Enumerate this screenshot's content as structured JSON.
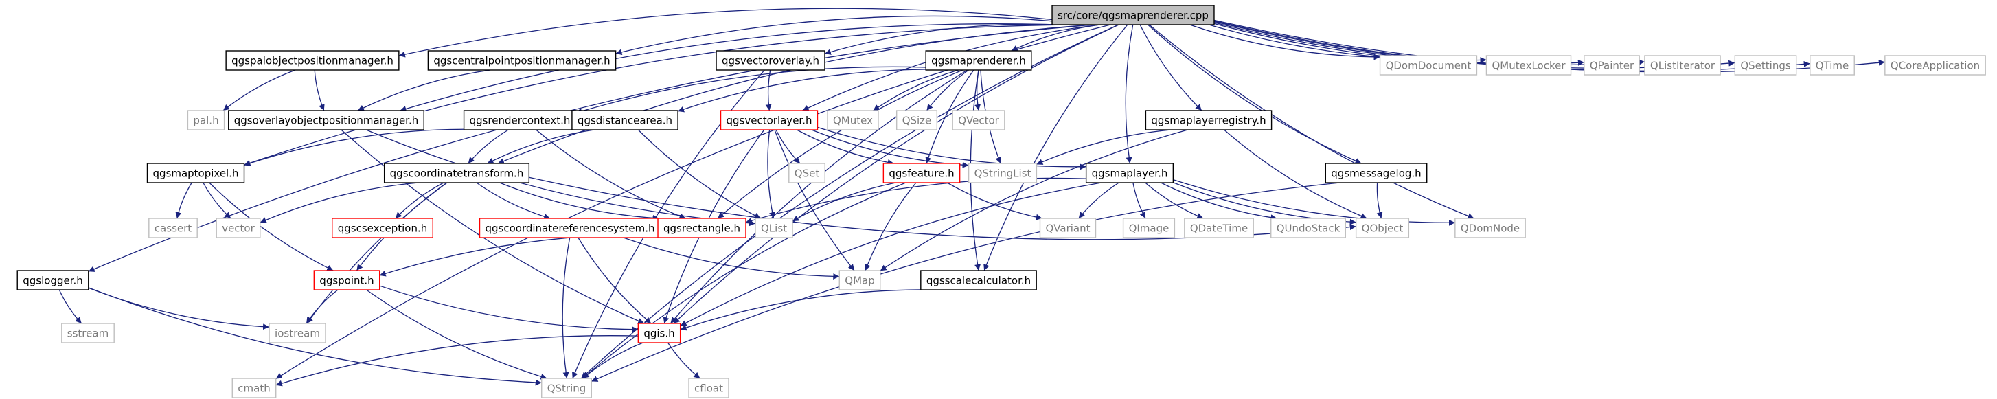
{
  "graph": {
    "colors": {
      "edge": "#1a237e",
      "doc": "#000000",
      "warn": "#ff0000",
      "ext": "#bfbfbf",
      "ext_text": "#7a7a7a",
      "root_fill": "#bfbfbf"
    },
    "nodes": [
      {
        "id": "root",
        "label": "src/core/qgsmaprenderer.cpp",
        "kind": "root"
      },
      {
        "id": "palobj",
        "label": "qgspalobjectpositionmanager.h",
        "kind": "doc"
      },
      {
        "id": "centralpt",
        "label": "qgscentralpointpositionmanager.h",
        "kind": "doc"
      },
      {
        "id": "vecoverlay",
        "label": "qgsvectoroverlay.h",
        "kind": "doc"
      },
      {
        "id": "maprenderer",
        "label": "qgsmaprenderer.h",
        "kind": "doc"
      },
      {
        "id": "pal",
        "label": "pal.h",
        "kind": "ext"
      },
      {
        "id": "overlayobj",
        "label": "qgsoverlayobjectpositionmanager.h",
        "kind": "doc"
      },
      {
        "id": "rendercontext",
        "label": "qgsrendercontext.h",
        "kind": "doc"
      },
      {
        "id": "distancearea",
        "label": "qgsdistancearea.h",
        "kind": "doc"
      },
      {
        "id": "vectorlayer",
        "label": "qgsvectorlayer.h",
        "kind": "warn"
      },
      {
        "id": "qmutex",
        "label": "QMutex",
        "kind": "ext"
      },
      {
        "id": "qsize",
        "label": "QSize",
        "kind": "ext"
      },
      {
        "id": "qvector",
        "label": "QVector",
        "kind": "ext"
      },
      {
        "id": "maplayerreg",
        "label": "qgsmaplayerregistry.h",
        "kind": "doc"
      },
      {
        "id": "qdomdocument",
        "label": "QDomDocument",
        "kind": "ext"
      },
      {
        "id": "qmutexlocker",
        "label": "QMutexLocker",
        "kind": "ext"
      },
      {
        "id": "qpainter",
        "label": "QPainter",
        "kind": "ext"
      },
      {
        "id": "qlistiterator",
        "label": "QListIterator",
        "kind": "ext"
      },
      {
        "id": "qsettings",
        "label": "QSettings",
        "kind": "ext"
      },
      {
        "id": "qtime",
        "label": "QTime",
        "kind": "ext"
      },
      {
        "id": "qcoreapp",
        "label": "QCoreApplication",
        "kind": "ext"
      },
      {
        "id": "maptopixel",
        "label": "qgsmaptopixel.h",
        "kind": "doc"
      },
      {
        "id": "coordtrans",
        "label": "qgscoordinatetransform.h",
        "kind": "doc"
      },
      {
        "id": "qset",
        "label": "QSet",
        "kind": "ext"
      },
      {
        "id": "feature",
        "label": "qgsfeature.h",
        "kind": "warn"
      },
      {
        "id": "qstringlist",
        "label": "QStringList",
        "kind": "ext"
      },
      {
        "id": "maplayer",
        "label": "qgsmaplayer.h",
        "kind": "doc"
      },
      {
        "id": "messagelog",
        "label": "qgsmessagelog.h",
        "kind": "doc"
      },
      {
        "id": "cassert",
        "label": "cassert",
        "kind": "ext"
      },
      {
        "id": "vector",
        "label": "vector",
        "kind": "ext"
      },
      {
        "id": "csexception",
        "label": "qgscsexception.h",
        "kind": "warn"
      },
      {
        "id": "coordrefsys",
        "label": "qgscoordinatereferencesystem.h",
        "kind": "warn"
      },
      {
        "id": "rectangle",
        "label": "qgsrectangle.h",
        "kind": "warn"
      },
      {
        "id": "qlist",
        "label": "QList",
        "kind": "ext"
      },
      {
        "id": "qvariant",
        "label": "QVariant",
        "kind": "ext"
      },
      {
        "id": "qimage",
        "label": "QImage",
        "kind": "ext"
      },
      {
        "id": "qdatetime",
        "label": "QDateTime",
        "kind": "ext"
      },
      {
        "id": "qundostack",
        "label": "QUndoStack",
        "kind": "ext"
      },
      {
        "id": "qobject",
        "label": "QObject",
        "kind": "ext"
      },
      {
        "id": "qdomnode",
        "label": "QDomNode",
        "kind": "ext"
      },
      {
        "id": "logger",
        "label": "qgslogger.h",
        "kind": "doc"
      },
      {
        "id": "point",
        "label": "qgspoint.h",
        "kind": "warn"
      },
      {
        "id": "qmap",
        "label": "QMap",
        "kind": "ext"
      },
      {
        "id": "scalecalc",
        "label": "qgsscalecalculator.h",
        "kind": "doc"
      },
      {
        "id": "sstream",
        "label": "sstream",
        "kind": "ext"
      },
      {
        "id": "iostream",
        "label": "iostream",
        "kind": "ext"
      },
      {
        "id": "qgis",
        "label": "qgis.h",
        "kind": "warn"
      },
      {
        "id": "cmath",
        "label": "cmath",
        "kind": "ext"
      },
      {
        "id": "qstring",
        "label": "QString",
        "kind": "ext"
      },
      {
        "id": "cfloat",
        "label": "cfloat",
        "kind": "ext"
      }
    ],
    "edges": [
      [
        "root",
        "palobj"
      ],
      [
        "root",
        "centralpt"
      ],
      [
        "root",
        "vecoverlay"
      ],
      [
        "root",
        "maprenderer"
      ],
      [
        "root",
        "overlayobj"
      ],
      [
        "root",
        "vectorlayer"
      ],
      [
        "root",
        "maplayerreg"
      ],
      [
        "root",
        "maplayer"
      ],
      [
        "root",
        "messagelog"
      ],
      [
        "root",
        "qdomdocument"
      ],
      [
        "root",
        "qmutexlocker"
      ],
      [
        "root",
        "qpainter"
      ],
      [
        "root",
        "qlistiterator"
      ],
      [
        "root",
        "qsettings"
      ],
      [
        "root",
        "qtime"
      ],
      [
        "root",
        "qcoreapp"
      ],
      [
        "root",
        "qdomnode"
      ],
      [
        "root",
        "maptopixel"
      ],
      [
        "root",
        "coordtrans"
      ],
      [
        "root",
        "logger"
      ],
      [
        "root",
        "cmath"
      ],
      [
        "root",
        "qstring"
      ],
      [
        "root",
        "scalecalc"
      ],
      [
        "root",
        "qgis"
      ],
      [
        "palobj",
        "pal"
      ],
      [
        "palobj",
        "overlayobj"
      ],
      [
        "centralpt",
        "overlayobj"
      ],
      [
        "overlayobj",
        "qlist"
      ],
      [
        "overlayobj",
        "qgis"
      ],
      [
        "vecoverlay",
        "vectorlayer"
      ],
      [
        "vecoverlay",
        "qstring"
      ],
      [
        "maprenderer",
        "qmutex"
      ],
      [
        "maprenderer",
        "qsize"
      ],
      [
        "maprenderer",
        "qvector"
      ],
      [
        "maprenderer",
        "qstringlist"
      ],
      [
        "maprenderer",
        "rendercontext"
      ],
      [
        "maprenderer",
        "distancearea"
      ],
      [
        "maprenderer",
        "rectangle"
      ],
      [
        "maprenderer",
        "feature"
      ],
      [
        "maprenderer",
        "scalecalc"
      ],
      [
        "maprenderer",
        "qgis"
      ],
      [
        "rendercontext",
        "maptopixel"
      ],
      [
        "rendercontext",
        "coordtrans"
      ],
      [
        "rendercontext",
        "rectangle"
      ],
      [
        "distancearea",
        "coordtrans"
      ],
      [
        "distancearea",
        "qlist"
      ],
      [
        "vectorlayer",
        "qset"
      ],
      [
        "vectorlayer",
        "qlist"
      ],
      [
        "vectorlayer",
        "qmap"
      ],
      [
        "vectorlayer",
        "qstringlist"
      ],
      [
        "vectorlayer",
        "feature"
      ],
      [
        "vectorlayer",
        "maplayer"
      ],
      [
        "vectorlayer",
        "qgis"
      ],
      [
        "maplayerreg",
        "qstringlist"
      ],
      [
        "maplayerreg",
        "qobject"
      ],
      [
        "maplayerreg",
        "qmap"
      ],
      [
        "messagelog",
        "qobject"
      ],
      [
        "messagelog",
        "qstring"
      ],
      [
        "maptopixel",
        "cassert"
      ],
      [
        "maptopixel",
        "vector"
      ],
      [
        "maptopixel",
        "point"
      ],
      [
        "coordtrans",
        "vector"
      ],
      [
        "coordtrans",
        "csexception"
      ],
      [
        "coordtrans",
        "coordrefsys"
      ],
      [
        "coordtrans",
        "rectangle"
      ],
      [
        "coordtrans",
        "qobject"
      ],
      [
        "coordtrans",
        "iostream"
      ],
      [
        "coordtrans",
        "point"
      ],
      [
        "coordrefsys",
        "qmap"
      ],
      [
        "coordrefsys",
        "qgis"
      ],
      [
        "coordrefsys",
        "qstring"
      ],
      [
        "rectangle",
        "point"
      ],
      [
        "feature",
        "qmap"
      ],
      [
        "feature",
        "qlist"
      ],
      [
        "feature",
        "qvariant"
      ],
      [
        "feature",
        "qstring"
      ],
      [
        "maplayer",
        "qvariant"
      ],
      [
        "maplayer",
        "qimage"
      ],
      [
        "maplayer",
        "qdatetime"
      ],
      [
        "maplayer",
        "qundostack"
      ],
      [
        "maplayer",
        "qobject"
      ],
      [
        "maplayer",
        "qdomnode"
      ],
      [
        "maplayer",
        "rectangle"
      ],
      [
        "maplayer",
        "qgis"
      ],
      [
        "logger",
        "sstream"
      ],
      [
        "logger",
        "iostream"
      ],
      [
        "logger",
        "qstring"
      ],
      [
        "point",
        "iostream"
      ],
      [
        "point",
        "qstring"
      ],
      [
        "point",
        "qgis"
      ],
      [
        "scalecalc",
        "qgis"
      ],
      [
        "qgis",
        "cmath"
      ],
      [
        "qgis",
        "qstring"
      ],
      [
        "qgis",
        "cfloat"
      ]
    ]
  }
}
